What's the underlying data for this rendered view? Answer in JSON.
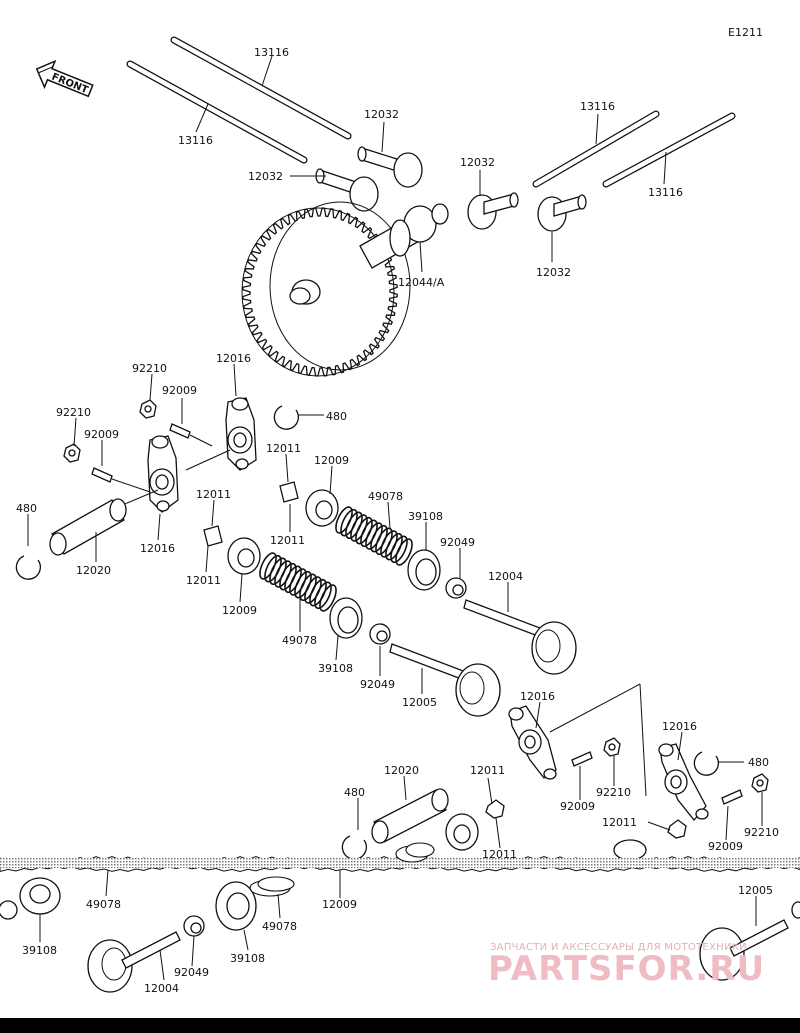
{
  "diagram_code": "E1211",
  "front_label": "FRONT",
  "labels": [
    {
      "id": "lbl-13116-a",
      "text": "13116"
    },
    {
      "id": "lbl-13116-b",
      "text": "13116"
    },
    {
      "id": "lbl-13116-c",
      "text": "13116"
    },
    {
      "id": "lbl-13116-d",
      "text": "13116"
    },
    {
      "id": "lbl-12032-a",
      "text": "12032"
    },
    {
      "id": "lbl-12032-b",
      "text": "12032"
    },
    {
      "id": "lbl-12032-c",
      "text": "12032"
    },
    {
      "id": "lbl-12032-d",
      "text": "12032"
    },
    {
      "id": "lbl-12044",
      "text": "12044/A"
    },
    {
      "id": "lbl-92210-a",
      "text": "92210"
    },
    {
      "id": "lbl-92009-a",
      "text": "92009"
    },
    {
      "id": "lbl-12016-a",
      "text": "12016"
    },
    {
      "id": "lbl-480-a",
      "text": "480"
    },
    {
      "id": "lbl-92210-b",
      "text": "92210"
    },
    {
      "id": "lbl-92009-b",
      "text": "92009"
    },
    {
      "id": "lbl-12011-a",
      "text": "12011"
    },
    {
      "id": "lbl-12009-a",
      "text": "12009"
    },
    {
      "id": "lbl-12011-b",
      "text": "12011"
    },
    {
      "id": "lbl-49078-a",
      "text": "49078"
    },
    {
      "id": "lbl-39108-a",
      "text": "39108"
    },
    {
      "id": "lbl-480-b",
      "text": "480"
    },
    {
      "id": "lbl-12016-b",
      "text": "12016"
    },
    {
      "id": "lbl-12020-a",
      "text": "12020"
    },
    {
      "id": "lbl-12011-c",
      "text": "12011"
    },
    {
      "id": "lbl-92049-a",
      "text": "92049"
    },
    {
      "id": "lbl-12004-a",
      "text": "12004"
    },
    {
      "id": "lbl-12009-b",
      "text": "12009"
    },
    {
      "id": "lbl-49078-b",
      "text": "49078"
    },
    {
      "id": "lbl-39108-b",
      "text": "39108"
    },
    {
      "id": "lbl-92049-b",
      "text": "92049"
    },
    {
      "id": "lbl-12005-a",
      "text": "12005"
    },
    {
      "id": "lbl-12016-c",
      "text": "12016"
    },
    {
      "id": "lbl-12016-d",
      "text": "12016"
    },
    {
      "id": "lbl-480-c",
      "text": "480"
    },
    {
      "id": "lbl-12020-b",
      "text": "12020"
    },
    {
      "id": "lbl-12011-d",
      "text": "12011"
    },
    {
      "id": "lbl-480-d",
      "text": "480"
    },
    {
      "id": "lbl-92009-c",
      "text": "92009"
    },
    {
      "id": "lbl-92210-c",
      "text": "92210"
    },
    {
      "id": "lbl-12011-e",
      "text": "12011"
    },
    {
      "id": "lbl-92210-d",
      "text": "92210"
    },
    {
      "id": "lbl-92009-d",
      "text": "92009"
    },
    {
      "id": "lbl-12011-f",
      "text": "12011"
    },
    {
      "id": "lbl-49078-c",
      "text": "49078"
    },
    {
      "id": "lbl-12009-c",
      "text": "12009"
    },
    {
      "id": "lbl-49078-d",
      "text": "49078"
    },
    {
      "id": "lbl-12005-b",
      "text": "12005"
    },
    {
      "id": "lbl-39108-c",
      "text": "39108"
    },
    {
      "id": "lbl-92049-c",
      "text": "92049"
    },
    {
      "id": "lbl-39108-d",
      "text": "39108"
    },
    {
      "id": "lbl-12004-b",
      "text": "12004"
    }
  ],
  "watermark": {
    "line1": "ЗАПЧАСТИ И АКСЕССУАРЫ ДЛЯ МОТОТЕХНИКИ",
    "line2": "PARTSFOR.RU"
  },
  "colors": {
    "line": "#111111",
    "watermark": "#f0bcc4",
    "bottom_bar": "#000000"
  }
}
